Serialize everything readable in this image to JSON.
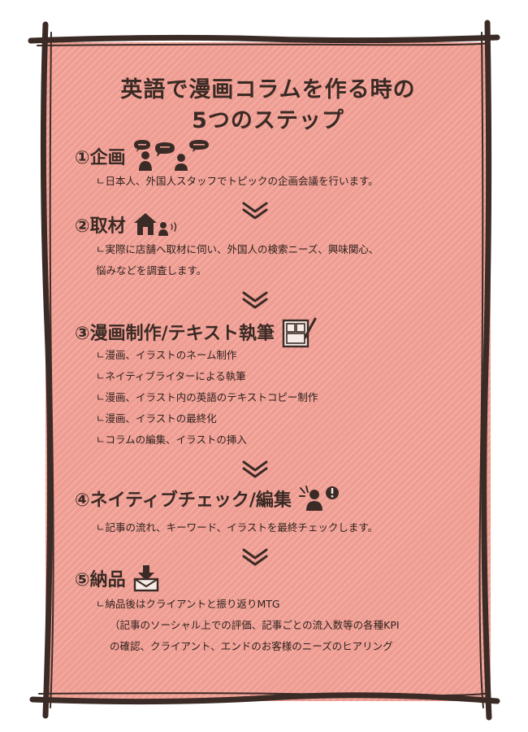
{
  "title": {
    "line1": "英語で漫画コラムを作る時の",
    "line2": "5つのステップ"
  },
  "steps": [
    {
      "title": "①企画",
      "icon": "meeting-people-icon",
      "desc": [
        "ㄴ日本人、外国人スタッフでトピックの企画会議を行います。"
      ]
    },
    {
      "title": "②取材",
      "icon": "house-visit-icon",
      "desc": [
        "ㄴ実際に店舗へ取材に伺い、外国人の検索ニーズ、興味関心、",
        "悩みなどを調査します。"
      ]
    },
    {
      "title": "③漫画制作/テキスト執筆",
      "icon": "drawing-board-icon",
      "desc": [
        "ㄴ漫画、イラストのネーム制作",
        "ㄴネイティブライターによる執筆",
        "ㄴ漫画、イラスト内の英語のテキストコピー制作",
        "ㄴ漫画、イラストの最終化",
        "ㄴコラムの編集、イラストの挿入"
      ]
    },
    {
      "title": "④ネイティブチェック/編集",
      "icon": "person-alert-icon",
      "desc": [
        "ㄴ記事の流れ、キーワード、イラストを最終チェックします。"
      ]
    },
    {
      "title": "⑤納品",
      "icon": "delivery-download-icon",
      "desc": [
        "ㄴ納品後はクライアントと振り返りMTG",
        "（記事のソーシャル上での評価、記事ごとの流入数等の各種KPI",
        "の確認、クライアント、エンドのお客様のニーズのヒアリング"
      ]
    }
  ],
  "colors": {
    "background": "#ef9d92",
    "border": "#3b2b26",
    "text": "#3a2a24"
  }
}
